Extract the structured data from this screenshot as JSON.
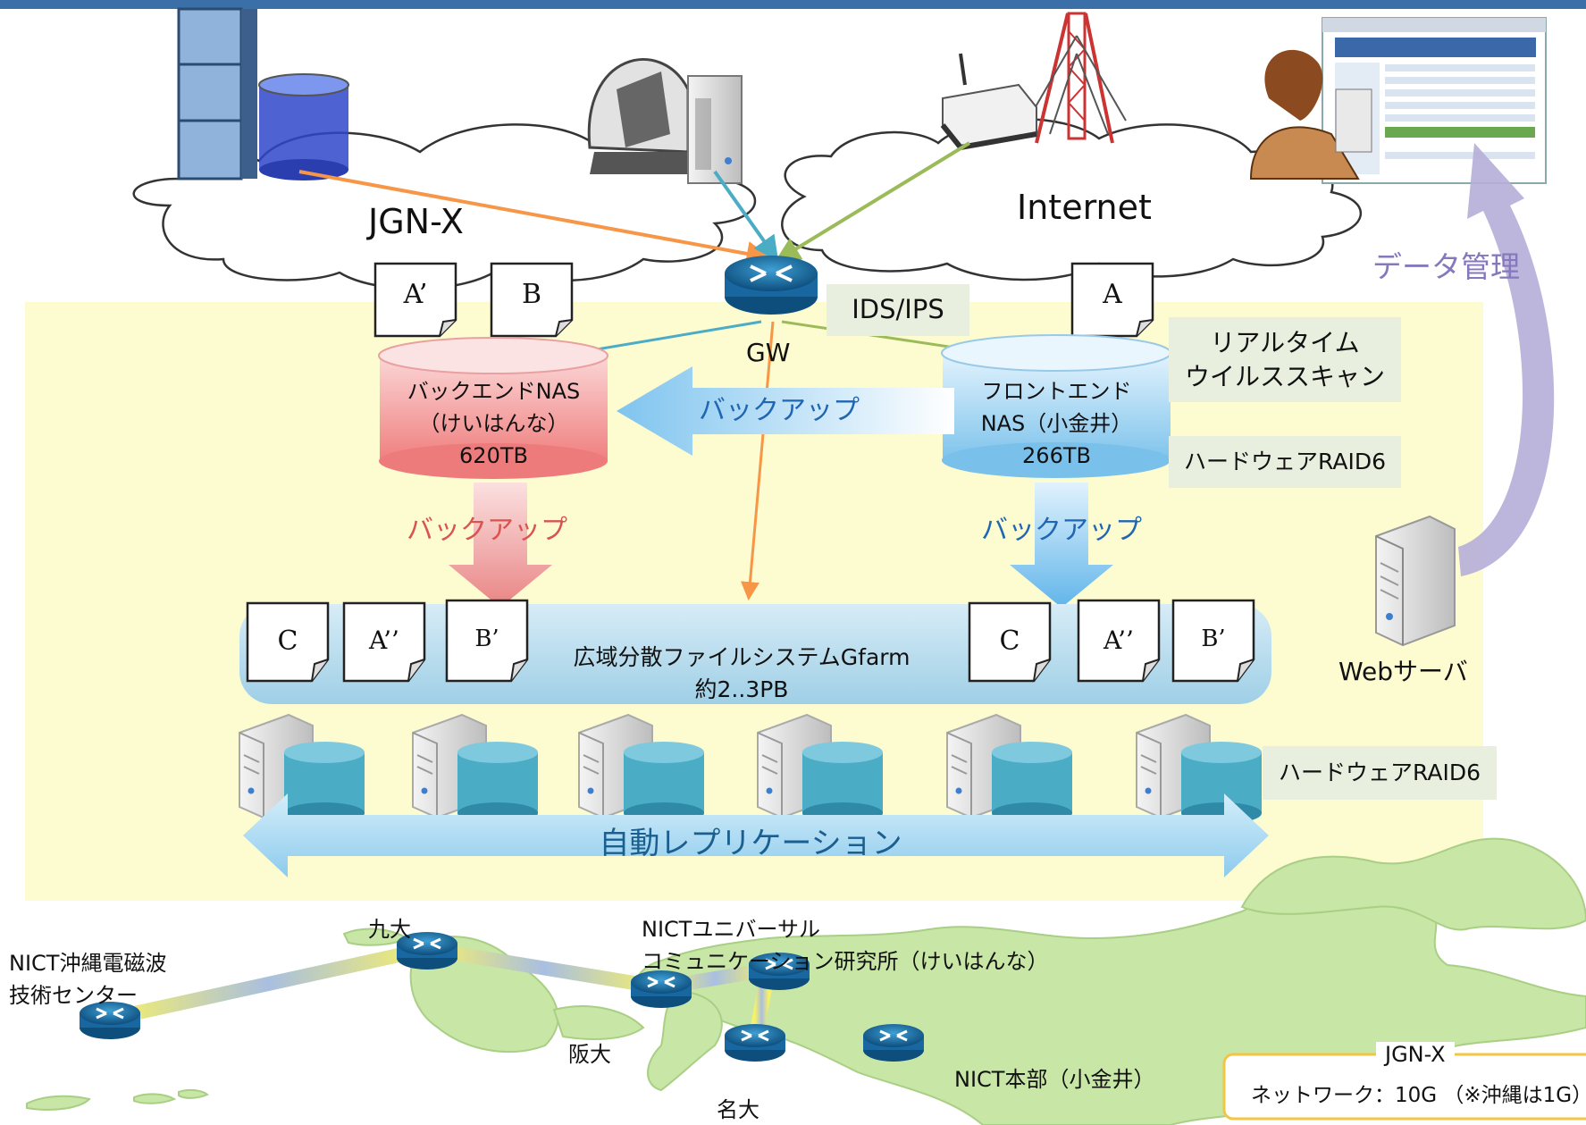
{
  "clouds": {
    "left": "JGN-X",
    "right": "Internet"
  },
  "router": {
    "gw": "GW",
    "ids": "IDS/IPS"
  },
  "docs": {
    "a_prime": "A’",
    "b": "B",
    "a": "A",
    "c": "C",
    "a_dprime": "A’’",
    "b_prime": "B’"
  },
  "nas_back": {
    "line1": "バックエンドNAS",
    "line2": "（けいはんな）",
    "line3": "620TB"
  },
  "nas_front": {
    "line1": "フロントエンド",
    "line2": "NAS（小金井）",
    "line3": "266TB"
  },
  "notes": {
    "realtime_l1": "リアルタイム",
    "realtime_l2": "ウイルススキャン",
    "raid_front": "ハードウェアRAID6",
    "raid_gfarm": "ハードウェアRAID6"
  },
  "backup": {
    "horizontal": "バックアップ",
    "left": "バックアップ",
    "right": "バックアップ"
  },
  "data_mgmt": "データ管理",
  "web_server": "Webサーバ",
  "gfarm": {
    "line1": "広域分散ファイルシステムGfarm",
    "line2": "約2..3PB"
  },
  "replication": "自動レプリケーション",
  "map": {
    "okinawa_l1": "NICT沖縄電磁波",
    "okinawa_l2": "技術センター",
    "kyudai": "九大",
    "keihanna_l1": "NICTユニバーサル",
    "keihanna_l2": "コミュニケーション研究所（けいはんな）",
    "handai": "阪大",
    "meidai": "名大",
    "honbu": "NICT本部（小金井）"
  },
  "legend": {
    "title": "JGN-X",
    "text": "ネットワーク：10G （※沖縄は1G）"
  },
  "colors": {
    "bg": "#fdfbd0",
    "orange": "#f79646",
    "cyan": "#4bacc6",
    "green": "#9bbb59",
    "purple": "#a49bc9",
    "nas_pink": "#f8a9a9",
    "nas_blue": "#a8d7f3",
    "teal": "#4bacc6"
  }
}
